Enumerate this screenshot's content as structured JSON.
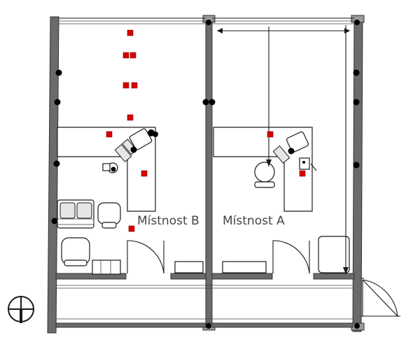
{
  "rooms": [
    {
      "id": "b",
      "label": "Místnost B"
    },
    {
      "id": "a",
      "label": "Místnost A"
    }
  ],
  "colors": {
    "sensor_marker": "#d40000",
    "wall": "#6b6b6b",
    "line": "#1a1a1a"
  },
  "icons": {
    "north_symbol": "compass-cross-icon"
  }
}
